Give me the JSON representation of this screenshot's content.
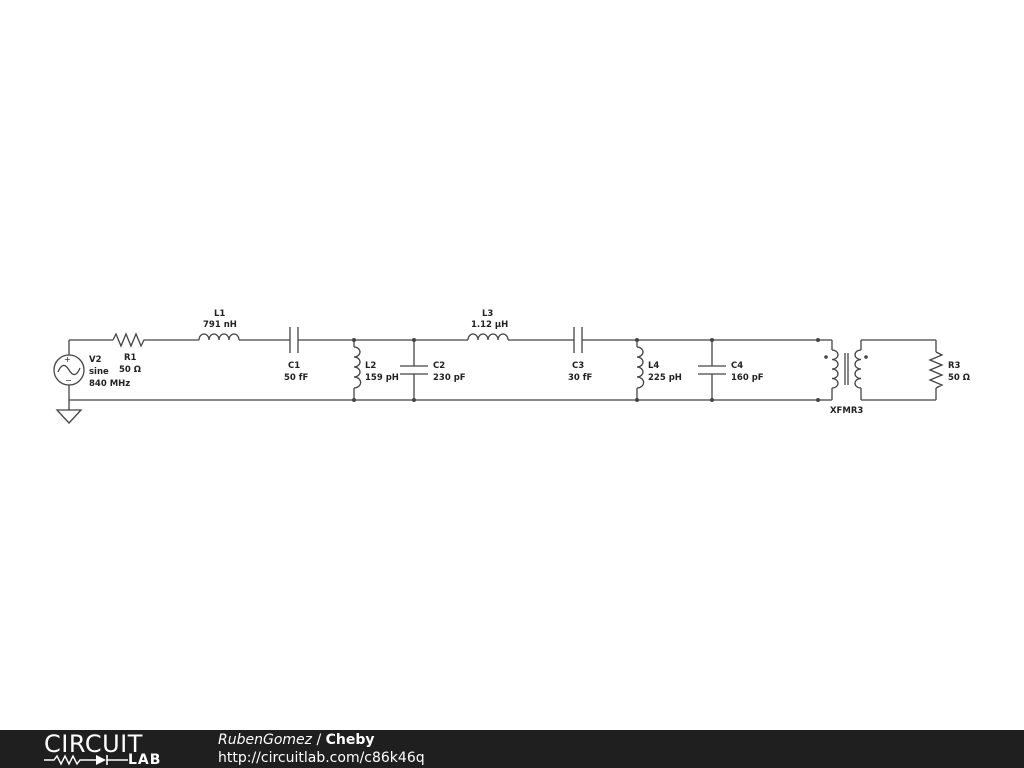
{
  "components": {
    "v2": {
      "name": "V2",
      "type": "sine",
      "freq": "840 MHz"
    },
    "r1": {
      "name": "R1",
      "value": "50 Ω"
    },
    "l1": {
      "name": "L1",
      "value": "791 nH"
    },
    "c1": {
      "name": "C1",
      "value": "50 fF"
    },
    "l2": {
      "name": "L2",
      "value": "159 pH"
    },
    "c2": {
      "name": "C2",
      "value": "230 pF"
    },
    "l3": {
      "name": "L3",
      "value": "1.12 µH"
    },
    "c3": {
      "name": "C3",
      "value": "30 fF"
    },
    "l4": {
      "name": "L4",
      "value": "225 pH"
    },
    "c4": {
      "name": "C4",
      "value": "160 pF"
    },
    "xfmr": {
      "name": "XFMR3"
    },
    "r3": {
      "name": "R3",
      "value": "50 Ω"
    }
  },
  "footer": {
    "logo_top": "CIRCUIT",
    "logo_bottom": "LAB",
    "author": "RubenGomez",
    "separator": " / ",
    "title": "Cheby",
    "url": "http://circuitlab.com/c86k46q"
  }
}
